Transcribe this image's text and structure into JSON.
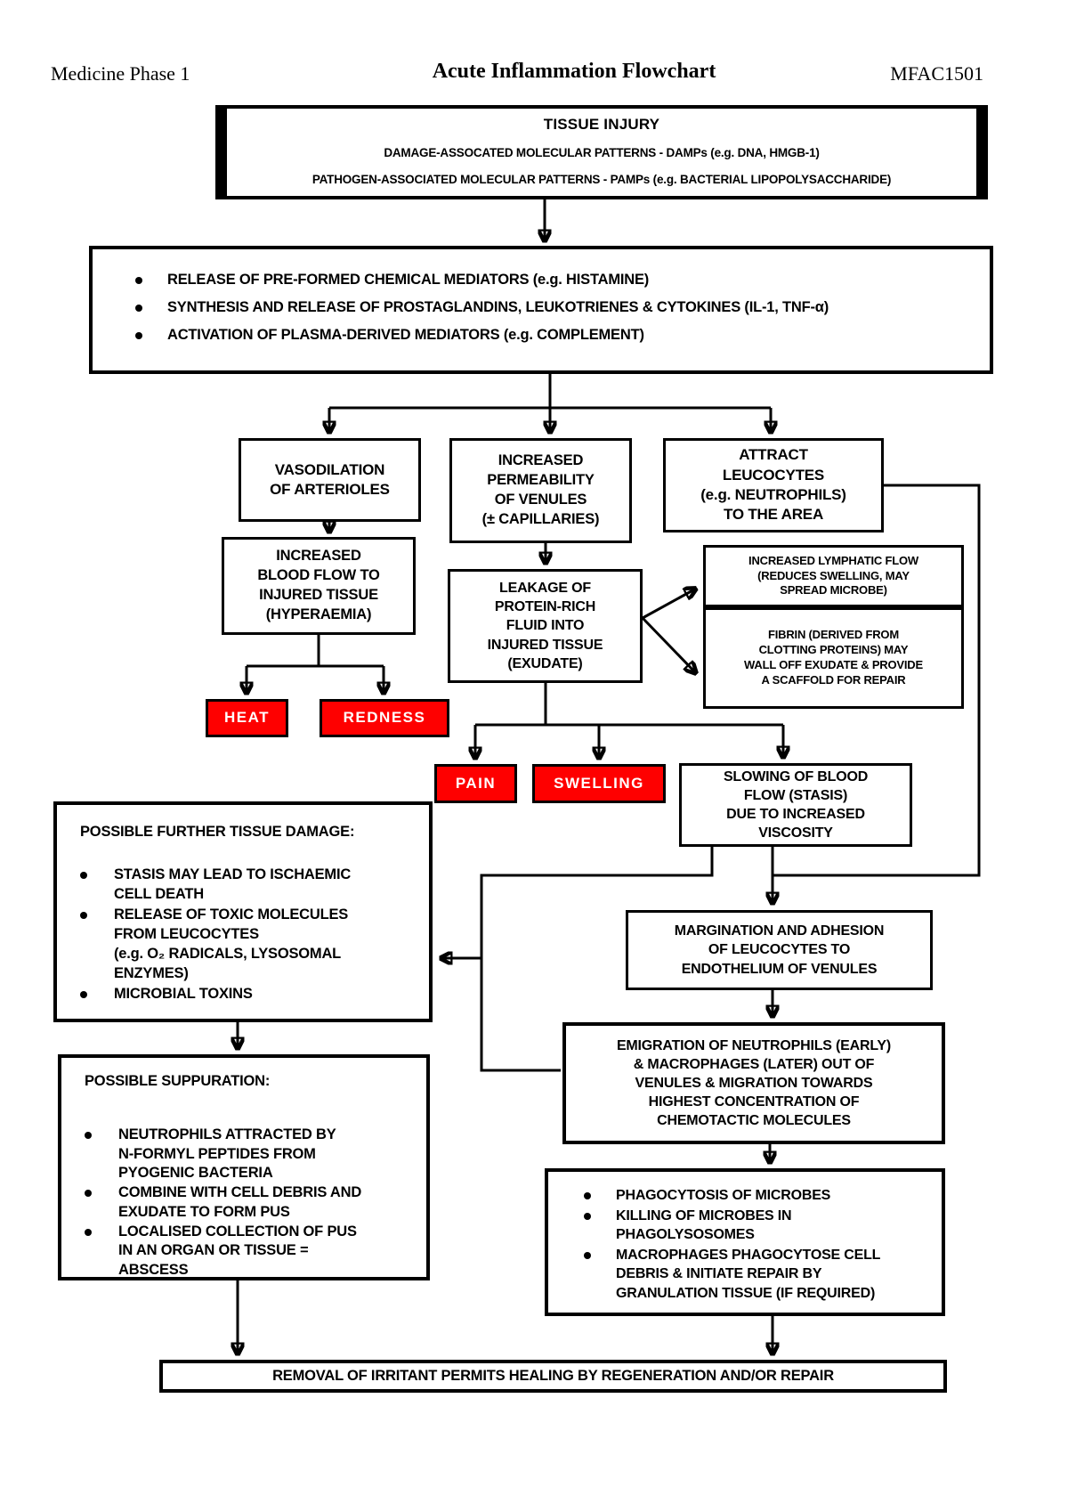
{
  "header": {
    "left": "Medicine Phase 1",
    "title": "Acute Inflammation Flowchart",
    "right": "MFAC1501"
  },
  "colors": {
    "highlight_red": "#fe0000",
    "line_black": "#000000"
  },
  "boxes": {
    "tissue_injury": {
      "title": "TISSUE INJURY",
      "line1": "DAMAGE-ASSOCATED MOLECULAR PATTERNS - DAMPs (e.g. DNA, HMGB-1)",
      "line2": "PATHOGEN-ASSOCIATED MOLECULAR PATTERNS - PAMPs (e.g. BACTERIAL LIPOPOLYSACCHARIDE)"
    },
    "mediators": {
      "bullets": [
        "RELEASE OF PRE-FORMED CHEMICAL MEDIATORS (e.g. HISTAMINE)",
        "SYNTHESIS AND RELEASE OF PROSTAGLANDINS, LEUKOTRIENES & CYTOKINES (IL-1, TNF-α)",
        "ACTIVATION OF PLASMA-DERIVED MEDIATORS (e.g. COMPLEMENT)"
      ]
    },
    "vasodilation": {
      "text": "VASODILATION\nOF ARTERIOLES"
    },
    "permeability": {
      "text": "INCREASED\nPERMEABILITY\nOF VENULES\n(± CAPILLARIES)"
    },
    "attract": {
      "text": "ATTRACT\nLEUCOCYTES\n(e.g. NEUTROPHILS)\nTO THE AREA"
    },
    "hyperaemia": {
      "text": "INCREASED\nBLOOD FLOW TO\nINJURED TISSUE\n(HYPERAEMIA)"
    },
    "heat": {
      "text": "HEAT"
    },
    "redness": {
      "text": "REDNESS"
    },
    "leakage": {
      "text": "LEAKAGE OF\nPROTEIN-RICH\nFLUID INTO\nINJURED TISSUE\n(EXUDATE)"
    },
    "lymphatic": {
      "text": "INCREASED LYMPHATIC FLOW\n(REDUCES SWELLING, MAY\nSPREAD MICROBE)"
    },
    "fibrin": {
      "text": "FIBRIN (DERIVED FROM\nCLOTTING PROTEINS) MAY\nWALL OFF EXUDATE & PROVIDE\nA SCAFFOLD FOR REPAIR"
    },
    "pain": {
      "text": "PAIN"
    },
    "swelling": {
      "text": "SWELLING"
    },
    "slowing": {
      "text": "SLOWING OF BLOOD\nFLOW (STASIS)\nDUE TO INCREASED\nVISCOSITY"
    },
    "damage": {
      "title": "POSSIBLE FURTHER TISSUE DAMAGE:",
      "bullets": [
        "STASIS MAY LEAD TO ISCHAEMIC\nCELL DEATH",
        "RELEASE OF TOXIC MOLECULES\nFROM LEUCOCYTES\n(e.g. O₂ RADICALS, LYSOSOMAL\nENZYMES)",
        "MICROBIAL TOXINS"
      ]
    },
    "margination": {
      "text": "MARGINATION AND ADHESION\nOF LEUCOCYTES TO\nENDOTHELIUM OF VENULES"
    },
    "emigration": {
      "text": "EMIGRATION OF NEUTROPHILS (EARLY)\n& MACROPHAGES (LATER) OUT OF\nVENULES & MIGRATION TOWARDS\nHIGHEST CONCENTRATION OF\nCHEMOTACTIC MOLECULES"
    },
    "suppuration": {
      "title": "POSSIBLE SUPPURATION:",
      "bullets": [
        "NEUTROPHILS ATTRACTED BY\nN-FORMYL PEPTIDES FROM\nPYOGENIC BACTERIA",
        "COMBINE WITH CELL DEBRIS AND\nEXUDATE TO FORM PUS",
        "LOCALISED COLLECTION OF PUS\nIN AN ORGAN OR TISSUE =\nABSCESS"
      ]
    },
    "phagocytosis": {
      "bullets": [
        "PHAGOCYTOSIS OF MICROBES",
        "KILLING OF MICROBES IN\nPHAGOLYSOSOMES",
        "MACROPHAGES PHAGOCYTOSE CELL\nDEBRIS & INITIATE REPAIR BY\nGRANULATION TISSUE (IF REQUIRED)"
      ]
    },
    "removal": {
      "text": "REMOVAL OF IRRITANT PERMITS HEALING BY REGENERATION AND/OR REPAIR"
    }
  }
}
